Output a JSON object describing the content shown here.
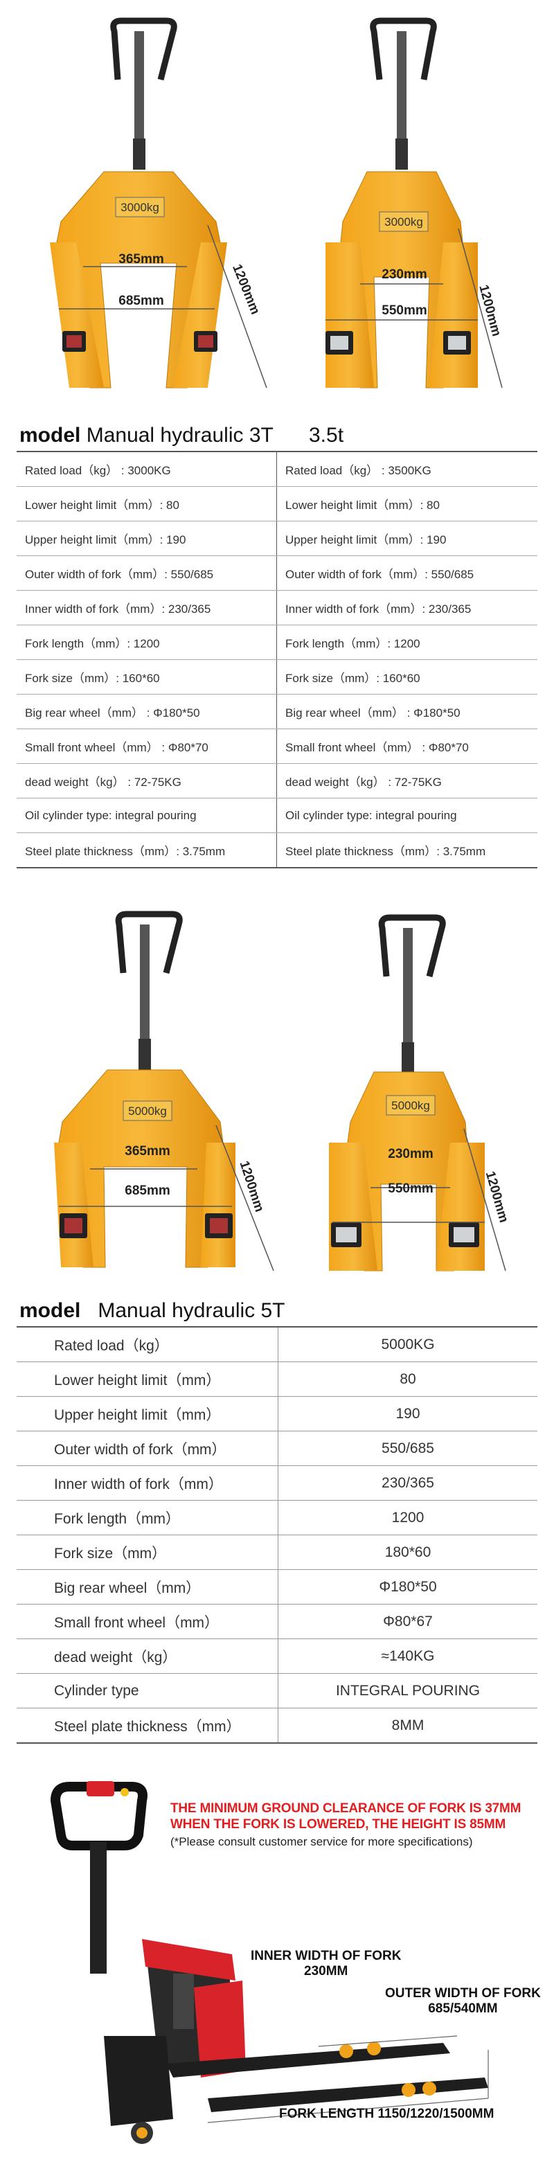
{
  "section1": {
    "products": [
      {
        "load_plate": "3000kg",
        "inner_width": "365mm",
        "outer_width": "685mm",
        "length": "1200mm"
      },
      {
        "load_plate": "3000kg",
        "inner_width": "230mm",
        "outer_width": "550mm",
        "length": "1200mm"
      }
    ]
  },
  "table1": {
    "title_model": "model",
    "title_name": "Manual hydraulic 3T",
    "title_alt": "3.5t",
    "rows": [
      {
        "left": "Rated load（kg）   :  3000KG",
        "right": "Rated load（kg）   :  3500KG"
      },
      {
        "left": "Lower height limit（mm）:  80",
        "right": "Lower height limit（mm）:  80"
      },
      {
        "left": "Upper height limit（mm）:  190",
        "right": "Upper height limit（mm）:  190"
      },
      {
        "left": "Outer width of fork（mm）:  550/685",
        "right": "Outer width of fork（mm）:  550/685"
      },
      {
        "left": "Inner width of fork（mm）:  230/365",
        "right": "Inner width of fork（mm）:  230/365"
      },
      {
        "left": "Fork length（mm）:  1200",
        "right": "Fork length（mm）:  1200"
      },
      {
        "left": "Fork size（mm）:  160*60",
        "right": "Fork size（mm）:  160*60"
      },
      {
        "left": "Big rear wheel（mm）    :  Φ180*50",
        "right": "Big rear wheel（mm）    :  Φ180*50"
      },
      {
        "left": "Small front wheel（mm）   :  Φ80*70",
        "right": "Small front wheel（mm）   :  Φ80*70"
      },
      {
        "left": "dead weight（kg）   :  72-75KG",
        "right": "dead weight（kg）   :  72-75KG"
      },
      {
        "left": "Oil cylinder type: integral pouring",
        "right": "Oil cylinder type: integral pouring"
      },
      {
        "left": "Steel plate thickness（mm）:  3.75mm",
        "right": "Steel plate thickness（mm）:  3.75mm"
      }
    ]
  },
  "section2": {
    "products": [
      {
        "load_plate": "5000kg",
        "inner_width": "365mm",
        "outer_width": "685mm",
        "length": "1200mm"
      },
      {
        "load_plate": "5000kg",
        "inner_width": "230mm",
        "outer_width": "550mm",
        "length": "1200mm"
      }
    ]
  },
  "table2": {
    "title_model": "model",
    "title_name": "Manual hydraulic 5T",
    "rows": [
      {
        "label": "Rated load（kg）",
        "value": "5000KG"
      },
      {
        "label": "Lower height limit（mm）",
        "value": "80"
      },
      {
        "label": "Upper height limit（mm）",
        "value": "190"
      },
      {
        "label": "Outer width of fork（mm）",
        "value": "550/685"
      },
      {
        "label": "Inner width of fork（mm）",
        "value": "230/365"
      },
      {
        "label": "Fork length（mm）",
        "value": "1200"
      },
      {
        "label": "Fork size（mm）",
        "value": "180*60"
      },
      {
        "label": "Big rear wheel（mm）",
        "value": "Φ180*50"
      },
      {
        "label": "Small front wheel（mm）",
        "value": "Φ80*67"
      },
      {
        "label": "dead weight（kg）",
        "value": "≈140KG"
      },
      {
        "label": "Cylinder type",
        "value": "INTEGRAL POURING"
      },
      {
        "label": "Steel plate thickness（mm）",
        "value": "8MM"
      }
    ]
  },
  "electric": {
    "note_line1": "THE MINIMUM GROUND CLEARANCE OF FORK IS 37MM",
    "note_line2": "WHEN THE FORK IS LOWERED, THE HEIGHT IS 85MM",
    "note_sub": "(*Please consult customer service for more specifications)",
    "inner_label_1": "INNER WIDTH OF FORK",
    "inner_label_2": "230MM",
    "outer_label_1": "OUTER WIDTH OF FORK",
    "outer_label_2": "685/540MM",
    "length_label": "FORK LENGTH 1150/1220/1500MM",
    "colors": {
      "accent_red": "#e02020",
      "truck_red": "#d9232a",
      "fork_yellow": "#f0a21a"
    }
  }
}
